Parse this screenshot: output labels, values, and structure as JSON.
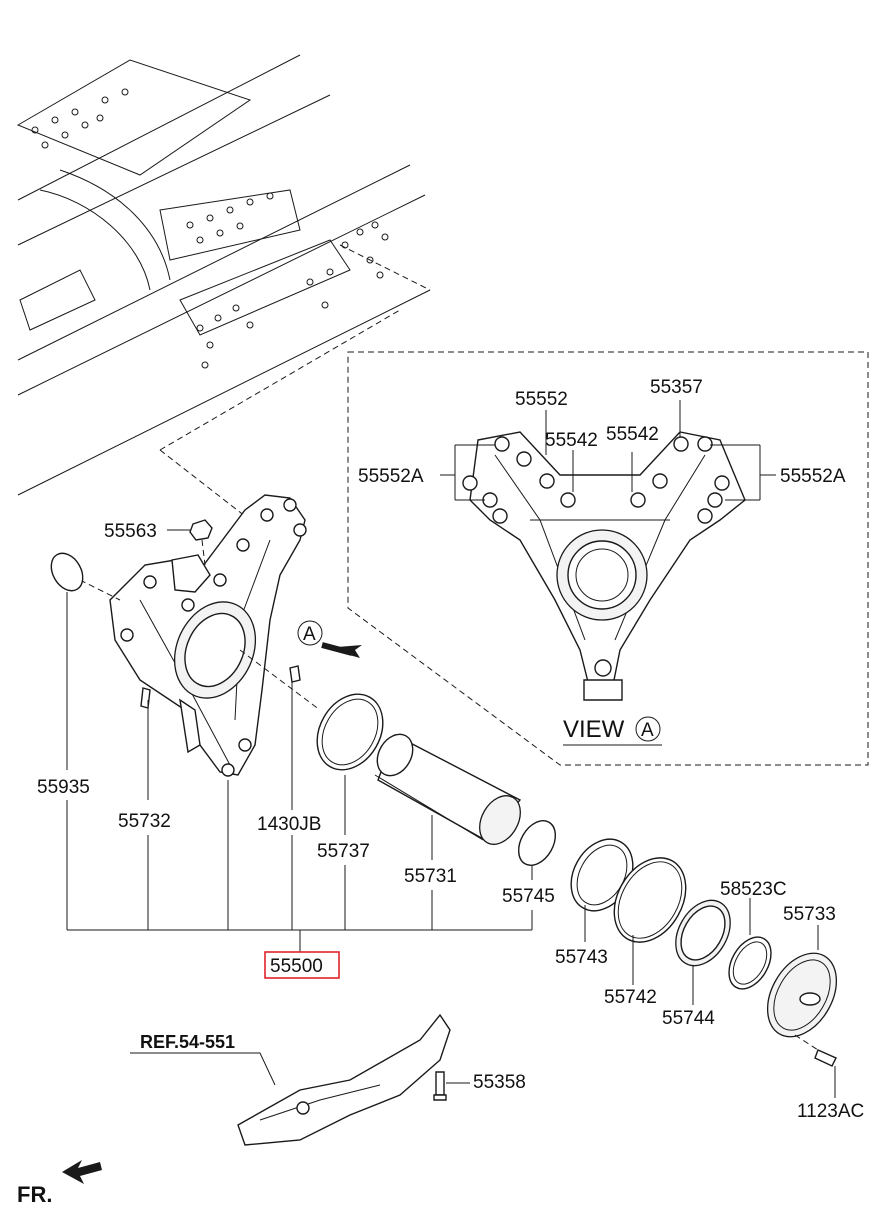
{
  "labels": {
    "p55552_top": "55552",
    "p55357": "55357",
    "p55542_a": "55542",
    "p55542_b": "55542",
    "p55552A_left": "55552A",
    "p55552A_right": "55552A",
    "p55563": "55563",
    "p55935": "55935",
    "p55732": "55732",
    "p1430JB": "1430JB",
    "p55737": "55737",
    "p55731": "55731",
    "p55745": "55745",
    "p55743": "55743",
    "p55742": "55742",
    "p55744": "55744",
    "p58523C": "58523C",
    "p55733": "55733",
    "p1123AC": "1123AC",
    "p55500": "55500",
    "p55358": "55358",
    "ref": "REF.54-551",
    "fr": "FR."
  },
  "view": {
    "prefix": "VIEW",
    "marker": "A"
  },
  "callout_marker": "A",
  "colors": {
    "line": "#1a1a1a",
    "highlight_box": "#e0252b",
    "background": "#ffffff"
  }
}
